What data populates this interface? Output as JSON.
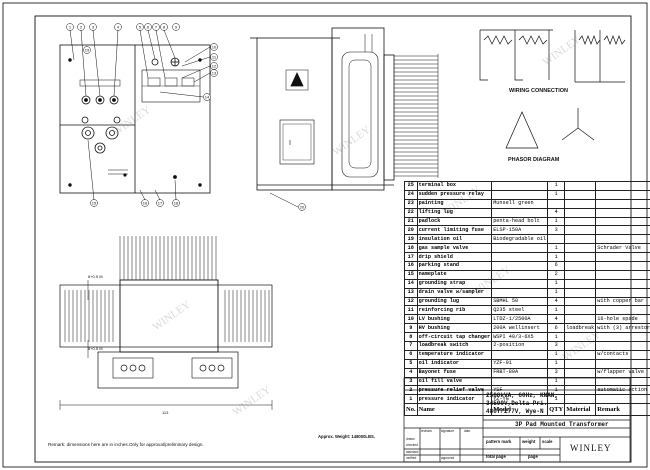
{
  "wiring_title": "WIRING CONNECTION",
  "phasor_title": "PHASOR DIAGRAM",
  "dim_left_top": "8+0.5 M",
  "dim_left_bottom": "8+0.5 M",
  "dim_bottom": "113",
  "remark": "Remark: dimensions here are in inches.Only for approval/preliminary design.",
  "weight": "Approx. Weight: 148000LBS.",
  "watermarks": [
    "WINLEY",
    "WINLEY",
    "WINLEY",
    "WINLEY",
    "WINLEY",
    "WINLEY",
    "WINLEY",
    "WINLEY"
  ],
  "bom": {
    "headers": {
      "no": "No.",
      "name": "Name",
      "model": "Model",
      "qty": "QTY",
      "material": "Material",
      "remark": "Remark"
    },
    "rows": [
      {
        "no": "25",
        "name": "terminal box",
        "model": "",
        "qty": "1",
        "material": "",
        "remark": ""
      },
      {
        "no": "24",
        "name": "sudden pressure relay",
        "model": "",
        "qty": "1",
        "material": "",
        "remark": ""
      },
      {
        "no": "23",
        "name": "painting",
        "model": "Munsell green",
        "qty": "",
        "material": "",
        "remark": ""
      },
      {
        "no": "22",
        "name": "lifting lug",
        "model": "",
        "qty": "4",
        "material": "",
        "remark": ""
      },
      {
        "no": "21",
        "name": "padlock",
        "model": "penta-head bolt",
        "qty": "1",
        "material": "",
        "remark": ""
      },
      {
        "no": "20",
        "name": "current limiting fuse",
        "model": "ELSP-150A",
        "qty": "3",
        "material": "",
        "remark": ""
      },
      {
        "no": "19",
        "name": "insulation oil",
        "model": "Biodegradable oil",
        "qty": "",
        "material": "",
        "remark": ""
      },
      {
        "no": "18",
        "name": "gas sample valve",
        "model": "",
        "qty": "1",
        "material": "",
        "remark": "Schrader Valve"
      },
      {
        "no": "17",
        "name": "drip shield",
        "model": "",
        "qty": "1",
        "material": "",
        "remark": ""
      },
      {
        "no": "16",
        "name": "parking stand",
        "model": "",
        "qty": "6",
        "material": "",
        "remark": ""
      },
      {
        "no": "15",
        "name": "nameplate",
        "model": "",
        "qty": "2",
        "material": "",
        "remark": ""
      },
      {
        "no": "14",
        "name": "grounding strap",
        "model": "",
        "qty": "1",
        "material": "",
        "remark": ""
      },
      {
        "no": "13",
        "name": "drain valve w/sampler",
        "model": "",
        "qty": "1",
        "material": "",
        "remark": ""
      },
      {
        "no": "12",
        "name": "grounding lug",
        "model": "SBMHL 50",
        "qty": "4",
        "material": "",
        "remark": "with copper bar"
      },
      {
        "no": "11",
        "name": "reinforcing rib",
        "model": "Q235 steel",
        "qty": "1",
        "material": "",
        "remark": ""
      },
      {
        "no": "10",
        "name": "LV bushing",
        "model": "LTDZ-1/2500A",
        "qty": "4",
        "material": "",
        "remark": "16-hole spade"
      },
      {
        "no": "9",
        "name": "HV bushing",
        "model": "200A wellinsert",
        "qty": "6",
        "material": "loadbreak",
        "remark": "with (3) arrestor"
      },
      {
        "no": "8",
        "name": "off-circuit tap changer",
        "model": "WSPI 40/3-6X5",
        "qty": "1",
        "material": "",
        "remark": ""
      },
      {
        "no": "7",
        "name": "loadbreak switch",
        "model": "2-position",
        "qty": "3",
        "material": "",
        "remark": ""
      },
      {
        "no": "6",
        "name": "temperature indicator",
        "model": "",
        "qty": "1",
        "material": "",
        "remark": "w/contacts"
      },
      {
        "no": "5",
        "name": "oil indicator",
        "model": "YZF-01",
        "qty": "1",
        "material": "",
        "remark": ""
      },
      {
        "no": "4",
        "name": "Bayonet fuse",
        "model": "FRBT-80A",
        "qty": "3",
        "material": "",
        "remark": "w/flapper valve"
      },
      {
        "no": "3",
        "name": "oil fill valve",
        "model": "",
        "qty": "1",
        "material": "",
        "remark": ""
      },
      {
        "no": "2",
        "name": "pressure relief valve",
        "model": "YSF",
        "qty": "1",
        "material": "",
        "remark": "automatic action"
      },
      {
        "no": "1",
        "name": "pressure indicator",
        "model": "YZ-YG",
        "qty": "1",
        "material": "",
        "remark": ""
      }
    ]
  },
  "title_block": {
    "spec_lines": [
      "2500kVA, 60Hz, KNAN,",
      "34500V,Delta Pri.",
      "480Y/277V, Wye-N"
    ],
    "drawing_title": "3P Pad Mounted Transformer",
    "company": "WINLEY",
    "cells": {
      "revision": "revision",
      "signature": "signature",
      "date": "date",
      "drawn": "drawn",
      "checked": "checked",
      "standard": "standard",
      "approved": "approved",
      "verified": "verified",
      "pattern_mark": "pattern mark",
      "weight": "weight",
      "scale": "scale",
      "total_page": "total page",
      "page": "page"
    }
  },
  "callouts_top_left": [
    "1",
    "2",
    "3",
    "4",
    "5",
    "6",
    "7",
    "8",
    "9",
    "10",
    "11",
    "12",
    "13",
    "14",
    "15",
    "16",
    "17",
    "18",
    "19",
    "20"
  ]
}
